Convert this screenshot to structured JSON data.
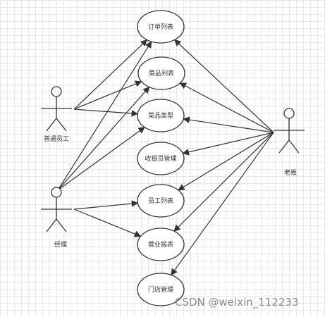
{
  "actors": [
    {
      "id": "regular-employee",
      "label": "普通员工"
    },
    {
      "id": "manager",
      "label": "经理"
    },
    {
      "id": "boss",
      "label": "老板"
    }
  ],
  "use_cases": [
    {
      "id": "order-list",
      "label": "订单列表"
    },
    {
      "id": "dish-list",
      "label": "菜品列表"
    },
    {
      "id": "dish-type",
      "label": "菜品类型"
    },
    {
      "id": "cashier-management",
      "label": "收银员管理"
    },
    {
      "id": "employee-list",
      "label": "员工列表"
    },
    {
      "id": "business-report",
      "label": "营业报表"
    },
    {
      "id": "store-management",
      "label": "门店管理"
    }
  ],
  "associations": [
    {
      "from": "regular-employee",
      "to": "order-list"
    },
    {
      "from": "regular-employee",
      "to": "dish-list"
    },
    {
      "from": "regular-employee",
      "to": "dish-type"
    },
    {
      "from": "manager",
      "to": "order-list"
    },
    {
      "from": "manager",
      "to": "dish-list"
    },
    {
      "from": "manager",
      "to": "dish-type"
    },
    {
      "from": "manager",
      "to": "employee-list"
    },
    {
      "from": "manager",
      "to": "business-report"
    },
    {
      "from": "boss",
      "to": "order-list"
    },
    {
      "from": "boss",
      "to": "dish-list"
    },
    {
      "from": "boss",
      "to": "dish-type"
    },
    {
      "from": "boss",
      "to": "cashier-management"
    },
    {
      "from": "boss",
      "to": "employee-list"
    },
    {
      "from": "boss",
      "to": "business-report"
    },
    {
      "from": "boss",
      "to": "store-management"
    }
  ],
  "colors": {
    "stroke": "#333333",
    "node_fill": "#ffffff",
    "watermark": "#8a8a8a"
  },
  "watermark": "CSDN @weixin_112233"
}
